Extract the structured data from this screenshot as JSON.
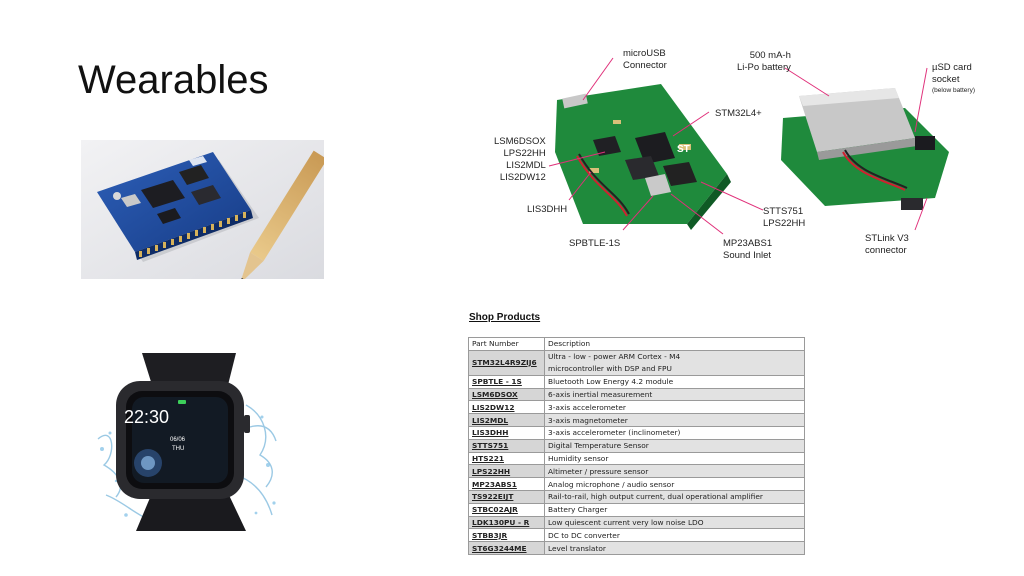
{
  "slide": {
    "title": "Wearables"
  },
  "watch": {
    "time": "22:30",
    "date": "06/06",
    "day": "THU"
  },
  "diagram": {
    "labels": {
      "microusb": [
        "microUSB",
        "Connector"
      ],
      "battery": [
        "500 mA-h",
        "Li-Po battery"
      ],
      "sdcard": [
        "µSD card",
        "socket"
      ],
      "sdcard_note": "(below battery)",
      "mcu": "STM32L4+",
      "sensors_left": [
        "LSM6DSOX",
        "LPS22HH",
        "LIS2MDL",
        "LIS2DW12"
      ],
      "lis3dhh": "LIS3DHH",
      "stts": [
        "STTS751",
        "LPS22HH"
      ],
      "spbtle": "SPBTLE-1S",
      "mp23": [
        "MP23ABS1",
        "Sound Inlet"
      ],
      "stlink": [
        "STLink V3",
        "connector"
      ]
    },
    "colors": {
      "pcb": "#1f8a3c",
      "callout_line": "#e0307a",
      "battery": "#c8c8c8"
    }
  },
  "shop": {
    "heading": "Shop Products",
    "columns": [
      "Part Number",
      "Description"
    ],
    "rows": [
      {
        "part": "STM32L4R9ZIJ6",
        "desc": [
          "Ultra - low - power ARM Cortex - M4",
          "microcontroller with DSP and FPU"
        ]
      },
      {
        "part": "SPBTLE - 1S",
        "desc": [
          "Bluetooth Low Energy 4.2 module"
        ]
      },
      {
        "part": "LSM6DSOX",
        "desc": [
          "6-axis inertial measurement"
        ]
      },
      {
        "part": "LIS2DW12",
        "desc": [
          "3-axis accelerometer"
        ]
      },
      {
        "part": "LIS2MDL",
        "desc": [
          "3-axis magnetometer"
        ]
      },
      {
        "part": "LIS3DHH",
        "desc": [
          "3-axis accelerometer (inclinometer)"
        ]
      },
      {
        "part": "STTS751",
        "desc": [
          "Digital Temperature Sensor"
        ]
      },
      {
        "part": "HTS221",
        "desc": [
          "Humidity sensor"
        ]
      },
      {
        "part": "LPS22HH",
        "desc": [
          "Altimeter / pressure sensor"
        ]
      },
      {
        "part": "MP23ABS1",
        "desc": [
          "Analog microphone / audio sensor"
        ]
      },
      {
        "part": "TS922EIJT",
        "desc": [
          "Rail-to-rail, high output current, dual operational amplifier"
        ]
      },
      {
        "part": "STBC02AJR",
        "desc": [
          "Battery Charger"
        ]
      },
      {
        "part": "LDK130PU - R",
        "desc": [
          "Low quiescent current very low noise LDO"
        ]
      },
      {
        "part": "STBB3JR",
        "desc": [
          "DC to DC converter"
        ]
      },
      {
        "part": "ST6G3244ME",
        "desc": [
          "Level translator"
        ]
      }
    ]
  }
}
